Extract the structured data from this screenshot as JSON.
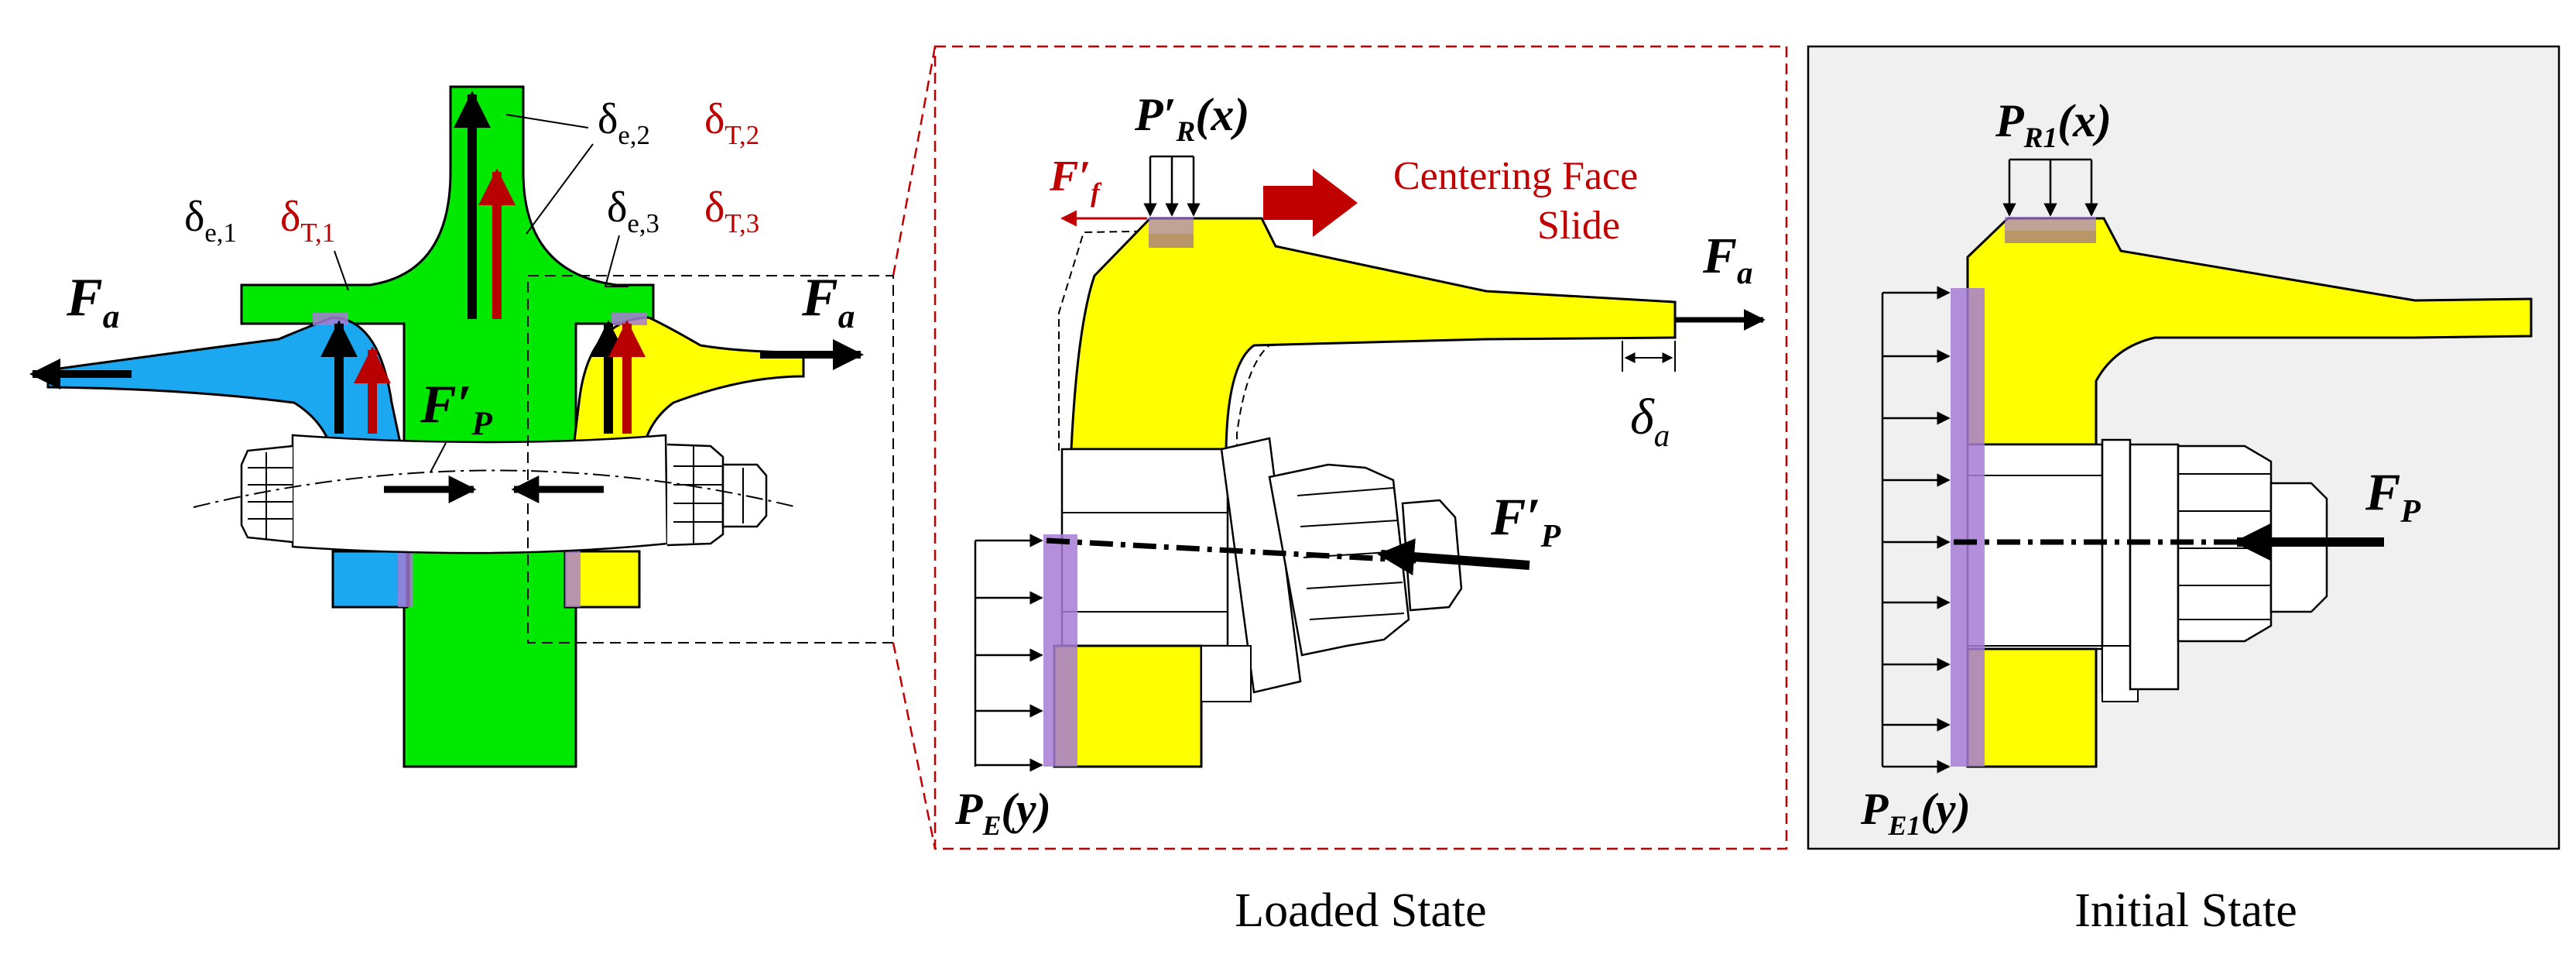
{
  "colors": {
    "green": "#00e800",
    "blue": "#1ca8f0",
    "yellow": "#ffff00",
    "purple": "#a67bd6",
    "red_arrow": "#b80000",
    "dark_red": "#c00000",
    "panel_bg": "#f0f0f0",
    "dashed_border": "#c00000"
  },
  "left": {
    "fa_left": {
      "base": "F",
      "sub": "a"
    },
    "fa_right": {
      "base": "F",
      "sub": "a"
    },
    "fp_prime": {
      "base": "F′",
      "sub": "P"
    },
    "de1": {
      "base": "δ",
      "sub": "e,1"
    },
    "dt1": {
      "base": "δ",
      "sub": "T,1"
    },
    "de2": {
      "base": "δ",
      "sub": "e,2"
    },
    "dt2": {
      "base": "δ",
      "sub": "T,2"
    },
    "de3": {
      "base": "δ",
      "sub": "e,3"
    },
    "dt3": {
      "base": "δ",
      "sub": "T,3"
    }
  },
  "loaded": {
    "caption": "Loaded State",
    "pr_prime": {
      "base": "P′",
      "sub": "R",
      "arg": "(x)"
    },
    "ff_prime": {
      "base": "F′",
      "sub": "f"
    },
    "centering_line1": "Centering Face",
    "centering_line2": "Slide",
    "fa": {
      "base": "F",
      "sub": "a"
    },
    "delta_a": {
      "base": "δ",
      "sub": "a"
    },
    "fp_prime": {
      "base": "F′",
      "sub": "P"
    },
    "pe": {
      "base": "P",
      "sub": "E",
      "arg": "(y)"
    }
  },
  "initial": {
    "caption": "Initial State",
    "pr1": {
      "base": "P",
      "sub": "R1",
      "arg": "(x)"
    },
    "fp": {
      "base": "F",
      "sub": "P"
    },
    "pe1": {
      "base": "P",
      "sub": "E1",
      "arg": "(y)"
    }
  }
}
